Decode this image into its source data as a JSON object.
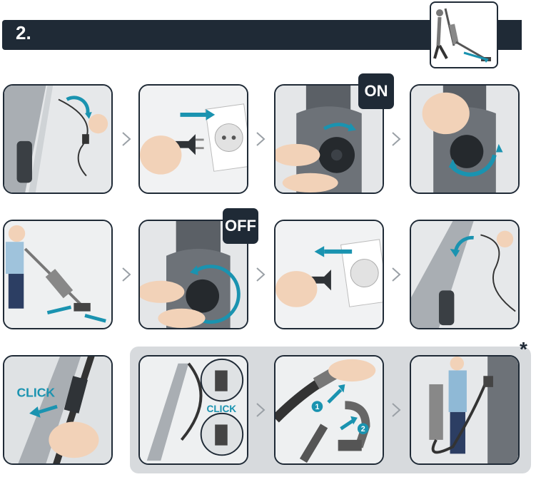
{
  "header": {
    "step_number": "2."
  },
  "tags": {
    "on": "ON",
    "off": "OFF"
  },
  "labels": {
    "click_1": "CLICK",
    "click_2": "CLICK",
    "marker_1": "1",
    "marker_2": "2"
  },
  "optional_marker": "*",
  "colors": {
    "banner": "#1f2a36",
    "accent": "#1a93b0",
    "panel_bg": "#e8eaec",
    "optional_bg": "#d7dadd"
  }
}
